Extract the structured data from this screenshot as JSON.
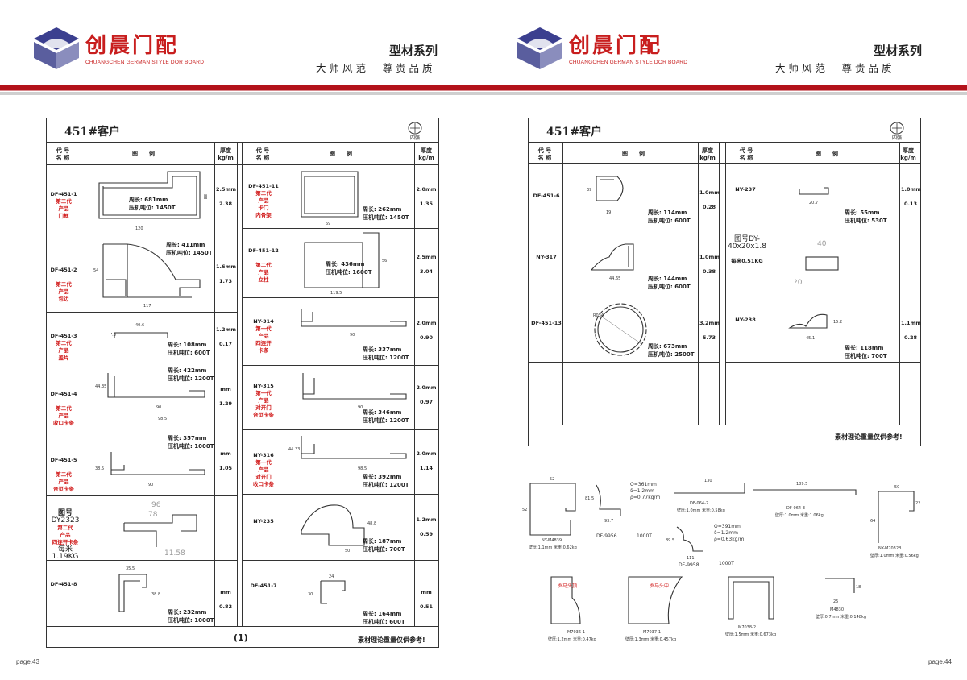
{
  "header": {
    "brand_name": "创晨门配",
    "brand_sub": "CHUANGCHEN GERMAN STYLE DOR BOARD",
    "series_title": "型材系列",
    "slogan": "大师风范　尊贵品质"
  },
  "colors": {
    "brand_red": "#c81e1e",
    "stripe_red": "#b3121a",
    "label_red": "#d11a1a"
  },
  "left": {
    "title": "451#客户",
    "brand_mark": "四强",
    "headers": {
      "code": "代 号\n名 称",
      "drawing": "图　　例",
      "weight": "厚度\nkg/m"
    },
    "rows_a": [
      {
        "code": "DF-451-1",
        "desc": [
          "第二代",
          "产品",
          "门框"
        ],
        "t": "2.5mm",
        "w": "2.38",
        "note": [
          "周长: 681mm",
          "压机吨位: 1450T"
        ]
      },
      {
        "code": "DF-451-2",
        "desc": [
          "第二代",
          "产品",
          "包边"
        ],
        "t": "1.6mm",
        "w": "1.73",
        "note": [
          "周长: 411mm",
          "压机吨位: 1450T"
        ]
      },
      {
        "code": "DF-451-3",
        "desc": [
          "第二代",
          "产品",
          "盖片"
        ],
        "t": "1.2mm",
        "w": "0.17",
        "note": [
          "周长: 108mm",
          "压机吨位: 600T"
        ]
      },
      {
        "code": "DF-451-4",
        "desc": [
          "第二代",
          "产品",
          "收口卡条"
        ],
        "t": "mm",
        "w": "1.29",
        "note": [
          "周长: 422mm",
          "压机吨位: 1200T"
        ]
      },
      {
        "code": "DF-451-5",
        "desc": [
          "第二代",
          "产品",
          "合页卡条"
        ],
        "t": "mm",
        "w": "1.05",
        "note": [
          "周长: 357mm",
          "压机吨位: 1000T"
        ]
      },
      {
        "code": "图号",
        "code2": "DY2323",
        "desc": [
          "第二代",
          "产品",
          "四连开卡条"
        ],
        "extra": "每米1.19KG",
        "t": "",
        "w": "",
        "note": []
      },
      {
        "code": "DF-451-8",
        "desc": [],
        "t": "mm",
        "w": "0.82",
        "note": [
          "周长: 232mm",
          "压机吨位: 1000T"
        ]
      }
    ],
    "rows_b": [
      {
        "code": "DF-451-11",
        "desc": [
          "第二代",
          "产品",
          "卡门",
          "内骨架"
        ],
        "t": "2.0mm",
        "w": "1.35",
        "note": [
          "周长: 262mm",
          "压机吨位: 1450T"
        ]
      },
      {
        "code": "DF-451-12",
        "desc": [
          "第二代",
          "产品",
          "立柱"
        ],
        "t": "2.5mm",
        "w": "3.04",
        "note": [
          "周长: 436mm",
          "压机吨位: 1600T"
        ]
      },
      {
        "code": "NY-314",
        "desc": [
          "第一代",
          "产品",
          "四连开",
          "卡条"
        ],
        "t": "2.0mm",
        "w": "0.90",
        "note": [
          "周长: 337mm",
          "压机吨位: 1200T"
        ]
      },
      {
        "code": "NY-315",
        "desc": [
          "第一代",
          "产品",
          "对开门",
          "合页卡条"
        ],
        "t": "2.0mm",
        "w": "0.97",
        "note": [
          "周长: 346mm",
          "压机吨位: 1200T"
        ]
      },
      {
        "code": "NY-316",
        "desc": [
          "第一代",
          "产品",
          "对开门",
          "收口卡条"
        ],
        "t": "2.0mm",
        "w": "1.14",
        "note": [
          "周长: 392mm",
          "压机吨位: 1200T"
        ]
      },
      {
        "code": "NY-235",
        "desc": [],
        "t": "1.2mm",
        "w": "0.59",
        "note": [
          "周长: 187mm",
          "压机吨位: 700T"
        ]
      },
      {
        "code": "DF-451-7",
        "desc": [],
        "t": "mm",
        "w": "0.51",
        "note": [
          "周长: 164mm",
          "压机吨位: 600T"
        ]
      }
    ],
    "footer_page": "(1)",
    "footer_note": "素材理论重量仅供参考!",
    "page_label": "page.43"
  },
  "right": {
    "title": "451#客户",
    "brand_mark": "四强",
    "headers": {
      "code": "代 号\n名 称",
      "drawing": "图　　例",
      "weight": "厚度\nkg/m"
    },
    "rows_a": [
      {
        "code": "DF-451-6",
        "t": "1.0mm",
        "w": "0.28",
        "note": [
          "周长: 114mm",
          "压机吨位: 600T"
        ]
      },
      {
        "code": "NY-317",
        "t": "1.0mm",
        "w": "0.38",
        "note": [
          "周长: 144mm",
          "压机吨位: 600T"
        ]
      },
      {
        "code": "DF-451-13",
        "t": "3.2mm",
        "w": "5.73",
        "note": [
          "周长: 673mm",
          "压机吨位: 2500T"
        ]
      }
    ],
    "rows_b": [
      {
        "code": "NY-237",
        "t": "1.0mm",
        "w": "0.13",
        "note": [
          "周长: 55mm",
          "压机吨位: 530T"
        ]
      },
      {
        "code": "图号DY-",
        "code2": "40x20x1.8",
        "extra": "每米0.51KG",
        "t": "",
        "w": "",
        "note": []
      },
      {
        "code": "NY-238",
        "t": "1.1mm",
        "w": "0.28",
        "note": [
          "周长: 118mm",
          "压机吨位: 700T"
        ]
      }
    ],
    "footer_note": "素材理论重量仅供参考!",
    "extras": [
      {
        "label": "NY-M4839",
        "sub": "壁厚:1.1mm 米重:0.62kg"
      },
      {
        "label": "DF-9956",
        "sub": "1000T"
      },
      {
        "label": "DF-9958",
        "sub": "1000T"
      },
      {
        "label": "DF-064-2",
        "sub": "壁厚:1.0mm 米重:0.58kg"
      },
      {
        "label": "DF-064-3",
        "sub": "壁厚:1.0mm 米重:1.06kg"
      },
      {
        "label": "NY-M7032B",
        "sub": "壁厚:1.0mm 米重:0.56kg"
      },
      {
        "label": "M7036-1",
        "sub": "壁厚:1.2mm 米重:0.47kg",
        "red": "罗马头顶"
      },
      {
        "label": "M7037-1",
        "sub": "壁厚:1.3mm 米重:0.457kg",
        "red": "罗马头中"
      },
      {
        "label": "M7038-2",
        "sub": "壁厚:1.5mm 米重:0.673kg"
      },
      {
        "label": "M4830",
        "sub": "壁厚:0.7mm 米重:0.148kg"
      }
    ],
    "spec_a": [
      "O=361mm",
      "δ=1.2mm",
      "ρ=0.77kg/m"
    ],
    "spec_b": [
      "O=391mm",
      "δ=1.2mm",
      "ρ=0.63kg/m"
    ],
    "page_label": "page.44"
  }
}
